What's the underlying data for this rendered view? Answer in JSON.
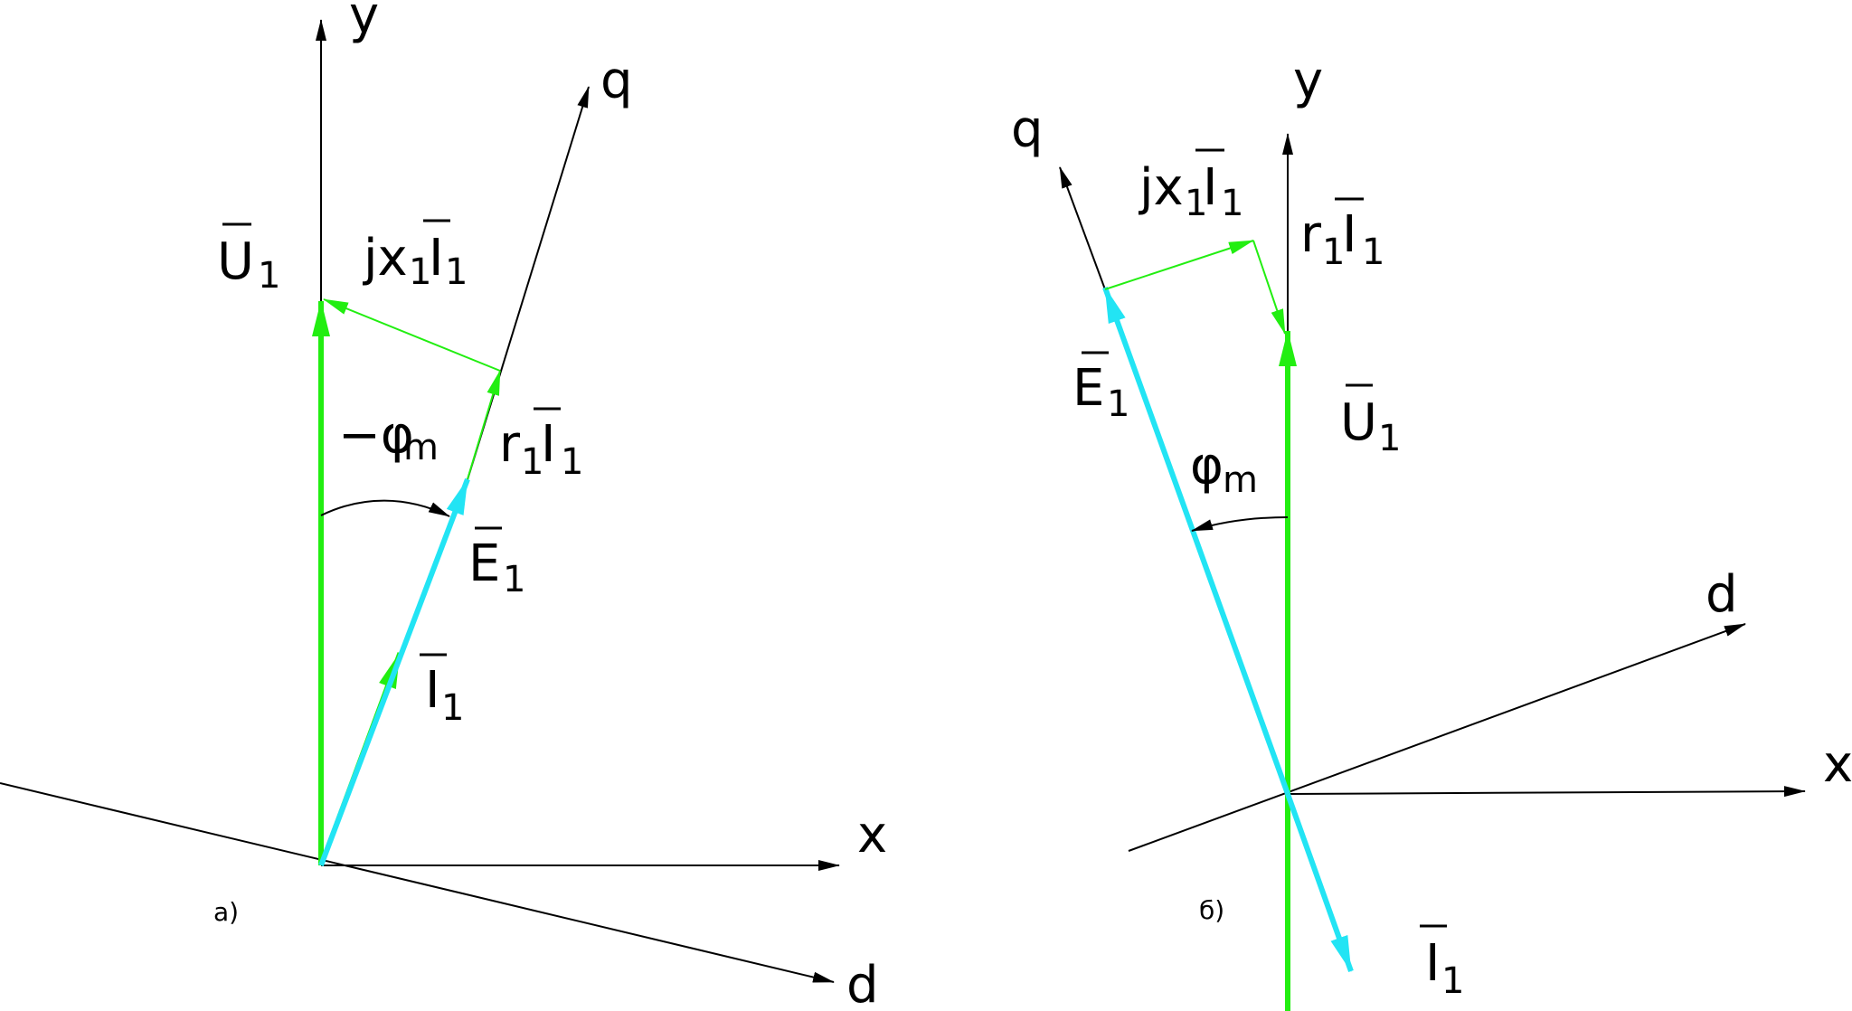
{
  "colors": {
    "axis": "#000000",
    "voltage": "#22ee11",
    "emf": "#22e4f4",
    "drop": "#22ee11"
  },
  "diagram_a": {
    "caption": "а)",
    "axis_y": "y",
    "axis_x": "x",
    "axis_q": "q",
    "axis_d": "d",
    "U_main": "U",
    "U_sub": "1",
    "jx_main": "jx",
    "jx_sub1": "1",
    "jx_I": "I",
    "jx_sub2": "1",
    "phi_prefix": "−φ",
    "phi_sub": "m",
    "r_main": "r",
    "r_sub1": "1",
    "r_I": "I",
    "r_sub2": "1",
    "E_main": "E",
    "E_sub": "1",
    "I_main": "I",
    "I_sub": "1"
  },
  "diagram_b": {
    "caption": "б)",
    "axis_y": "y",
    "axis_x": "x",
    "axis_q": "q",
    "axis_d": "d",
    "U_main": "U",
    "U_sub": "1",
    "jx_main": "jx",
    "jx_sub1": "1",
    "jx_I": "I",
    "jx_sub2": "1",
    "phi_prefix": "φ",
    "phi_sub": "m",
    "r_main": "r",
    "r_sub1": "1",
    "r_I": "I",
    "r_sub2": "1",
    "E_main": "E",
    "E_sub": "1",
    "I_main": "I",
    "I_sub": "1"
  }
}
